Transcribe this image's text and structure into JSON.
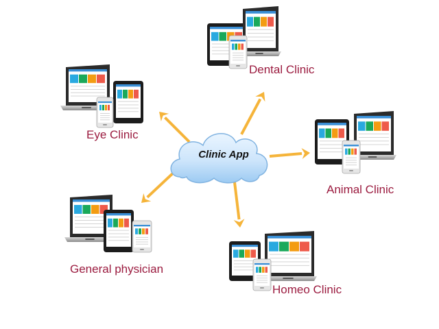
{
  "center": {
    "label": "Clinic App"
  },
  "nodes": [
    {
      "id": "dental",
      "label": "Dental Clinic",
      "arrangement": "tablet-phone-laptop"
    },
    {
      "id": "eye",
      "label": "Eye Clinic",
      "arrangement": "laptop-phone-tablet"
    },
    {
      "id": "animal",
      "label": "Animal Clinic",
      "arrangement": "tablet-phone-laptop"
    },
    {
      "id": "general",
      "label": "General  physician",
      "arrangement": "laptop-tablet-phone"
    },
    {
      "id": "homeo",
      "label": "Homeo Clinic",
      "arrangement": "tablet-phone-laptop"
    }
  ],
  "colors": {
    "label": "#9b1b3f",
    "arrow": "#f5b43a",
    "cloud_fill": "#cfe6fb",
    "cloud_stroke": "#7fb2e0",
    "tile_blue": "#29a9e0",
    "tile_green": "#1aa95a",
    "tile_orange": "#f39c12",
    "tile_red": "#ee5a4a"
  }
}
